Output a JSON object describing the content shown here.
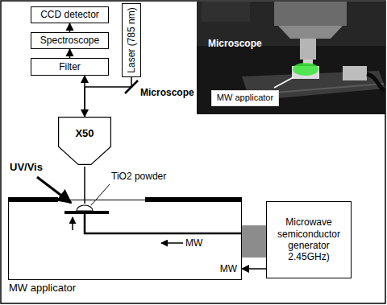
{
  "diagram": {
    "nodes": [
      {
        "text": [
          "CCD detector"
        ]
      },
      {
        "text": [
          "Spectroscope"
        ]
      },
      {
        "text": [
          "Filter"
        ]
      },
      {
        "text": [
          "Laser (785 nm)"
        ]
      },
      {
        "text": [
          "X50"
        ]
      },
      {
        "text": [
          "Microwave semiconductor generator 2.45GHz)"
        ]
      },
      {
        "text": [
          "MW applicator"
        ]
      },
      {
        "text": [
          "MW applicator"
        ]
      }
    ],
    "edges": [
      {
        "from": 1,
        "to": 0,
        "arrow": "to"
      },
      {
        "from": 2,
        "to": 1,
        "arrow": "to"
      },
      {
        "from": 4,
        "to": 2,
        "arrow": "to"
      },
      {
        "from": 3,
        "to": 4,
        "arrow": "to"
      },
      {
        "from": 5,
        "to": 6,
        "arrow": "to",
        "label": "MW"
      }
    ],
    "labels": [
      "Microscope",
      "Microscope",
      "UV/Vis",
      "TiO2 powder",
      "MW"
    ]
  }
}
